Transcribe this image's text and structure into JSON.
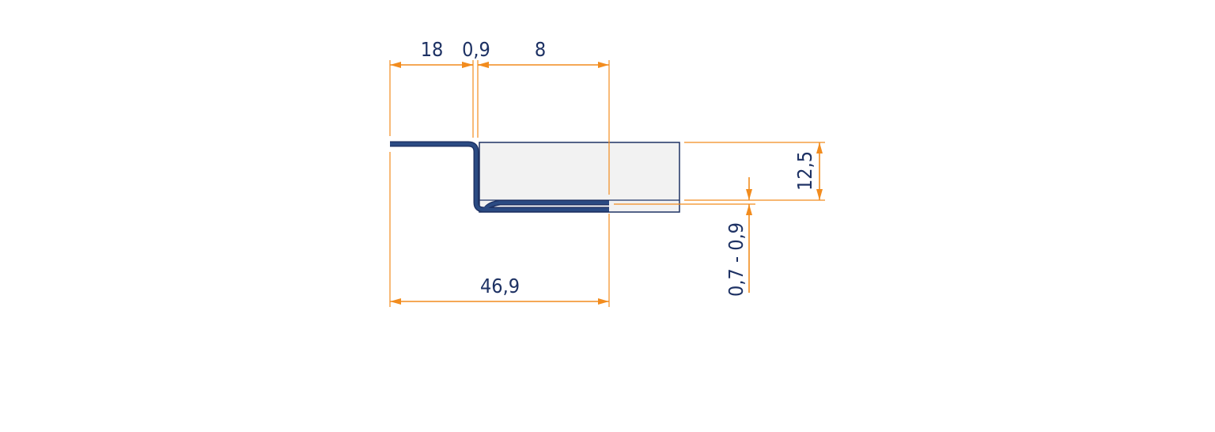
{
  "drawing": {
    "colors": {
      "dimension": "#f28c1e",
      "profile": "#2b4b83",
      "profile_outline": "#1e3264",
      "insert_fill": "#f2f2f2",
      "text": "#1e3264"
    },
    "dimensions": {
      "flange_width": "18",
      "material_thickness_top": "0,9",
      "return_width": "8",
      "total_width": "46,9",
      "height": "12,5",
      "gap_range": "0,7 - 0,9"
    }
  }
}
